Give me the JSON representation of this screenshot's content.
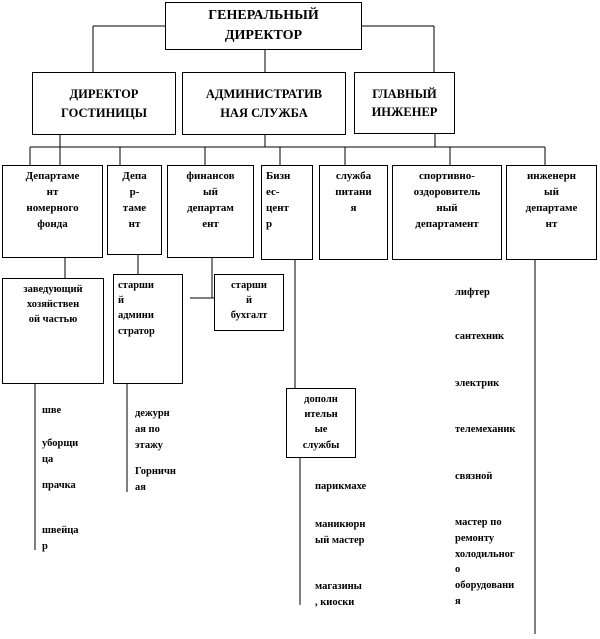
{
  "top": {
    "title": "ГЕНЕРАЛЬНЫЙ\nДИРЕКТОР"
  },
  "level2": {
    "hotel_director": "ДИРЕКТОР\nГОСТИНИЦЫ",
    "admin_service": "АДМИНИСТРАТИВ\nНАЯ СЛУЖБА",
    "chief_engineer": "ГЛАВНЫЙ\nИНЖЕНЕР"
  },
  "departments": {
    "room_fund": "Департаме\nнт\nномерного\nфонда",
    "dept": "Депа\nр-\nтаме\nнт",
    "finance": "финансов\nый\nдепартам\nент",
    "business": "Бизн\nес-\nцент\nр",
    "food": "служба\nпитани\nя",
    "sport": "спортивно-\nоздоровитель\nный\nдепартамент",
    "engineering": "инженерн\nый\nдепартаме\nнт"
  },
  "subunits": {
    "housekeeping_head": "заведующий\nхозяйствен\nой частью",
    "senior_admin": "старши\nй\nадмини\nстратор",
    "senior_accountant": "старши\nй\nбухгалт",
    "extra_services": "дополн\nительн\nые\nслужбы"
  },
  "housekeeping_staff": [
    "шве",
    "уборщи\nца",
    "прачка",
    "швейца\nр"
  ],
  "admin_staff": [
    "дежурн\nая по\nэтажу",
    "Горничн\nая"
  ],
  "extra_staff": [
    "парикмахе",
    "маникюрн\nый мастер",
    "магазины\n, киоски"
  ],
  "engineering_staff": [
    "лифтер",
    "сантехник",
    "электрик",
    "телемеханик",
    "связной",
    "мастер по\nремонту\nхолодильног\nо\nоборудовани\nя"
  ]
}
